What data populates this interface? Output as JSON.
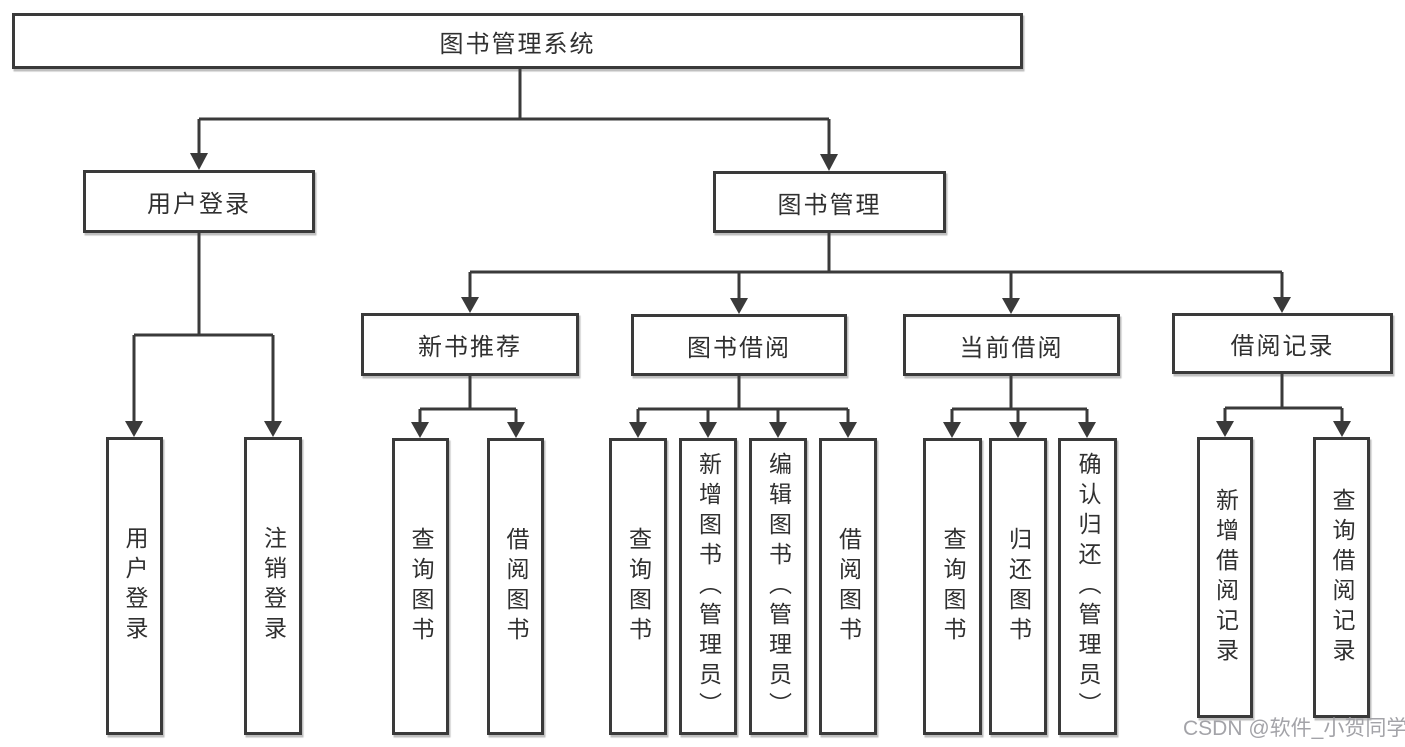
{
  "diagram": {
    "root": {
      "label": "图书管理系统"
    },
    "level2": {
      "user_login": {
        "label": "用户登录"
      },
      "book_mgmt": {
        "label": "图书管理"
      }
    },
    "level3": {
      "new_books": {
        "label": "新书推荐"
      },
      "book_borrow": {
        "label": "图书借阅"
      },
      "current_borrow": {
        "label": "当前借阅"
      },
      "borrow_records": {
        "label": "借阅记录"
      }
    },
    "leaves": {
      "user_login_leaf": {
        "label": "用户登录"
      },
      "logout": {
        "label": "注销登录"
      },
      "nb_query": {
        "label": "查询图书"
      },
      "nb_borrow": {
        "label": "借阅图书"
      },
      "bb_query": {
        "label": "查询图书"
      },
      "bb_add": {
        "label": "新增图书（管理员）"
      },
      "bb_edit": {
        "label": "编辑图书（管理员）"
      },
      "bb_borrow": {
        "label": "借阅图书"
      },
      "cb_query": {
        "label": "查询图书"
      },
      "cb_return": {
        "label": "归还图书"
      },
      "cb_confirm": {
        "label": "确认归还（管理员）"
      },
      "br_add": {
        "label": "新增借阅记录"
      },
      "br_query": {
        "label": "查询借阅记录"
      }
    }
  },
  "watermark": {
    "text": "CSDN @软件_小贺同学",
    "color": "#a3a3a8"
  },
  "colors": {
    "line": "#3a3a3a",
    "box_border": "#3a3a3a",
    "text": "#303030",
    "background": "#ffffff"
  }
}
